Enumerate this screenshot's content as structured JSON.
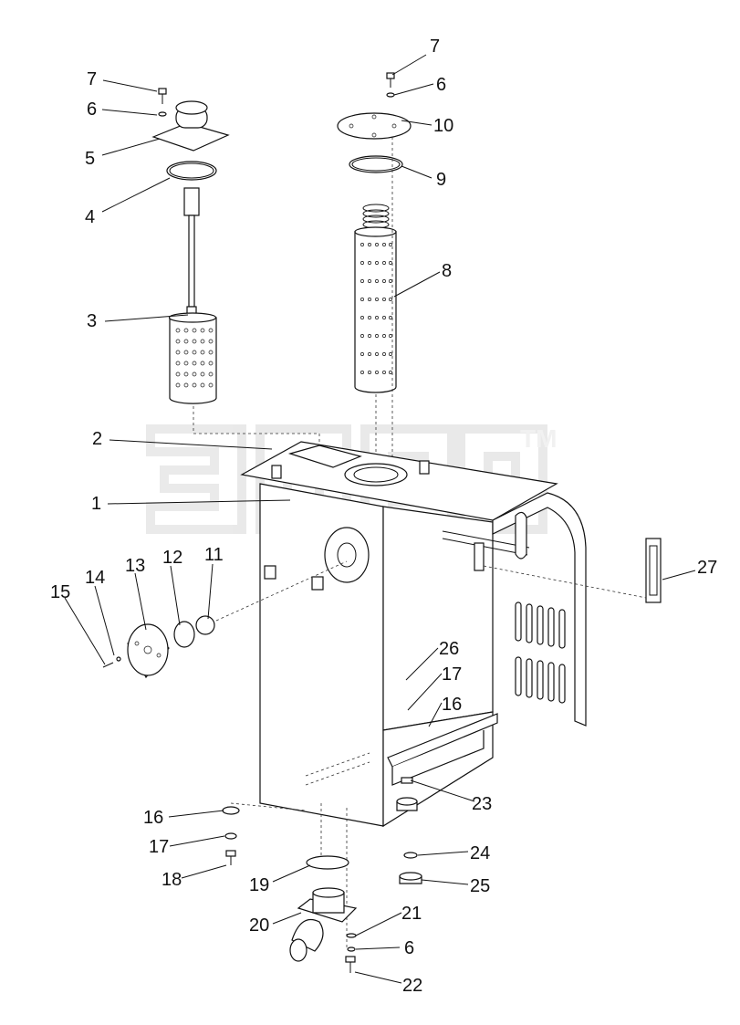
{
  "watermark": {
    "tm": "TM"
  },
  "callouts": [
    "7",
    "6",
    "5",
    "4",
    "3",
    "2",
    "1",
    "7",
    "6",
    "10",
    "9",
    "8",
    "27",
    "13",
    "12",
    "11",
    "14",
    "15",
    "26",
    "17",
    "16",
    "23",
    "16",
    "17",
    "18",
    "19",
    "20",
    "21",
    "6",
    "22",
    "24",
    "25"
  ]
}
